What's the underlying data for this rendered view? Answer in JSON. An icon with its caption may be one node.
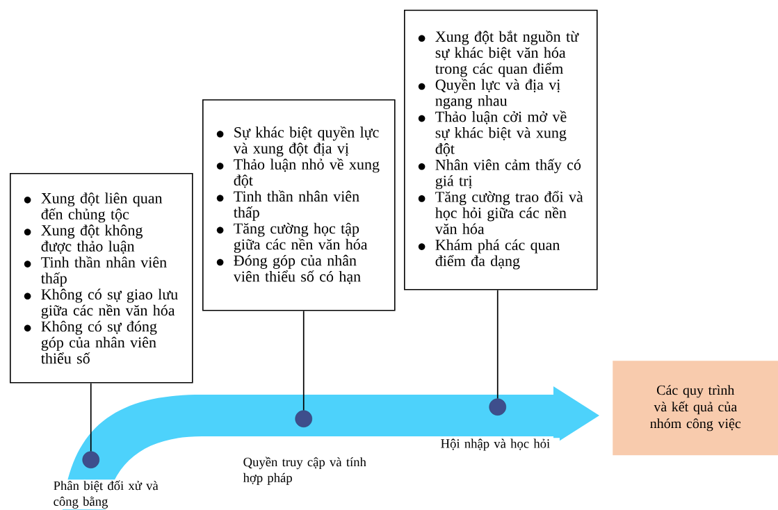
{
  "diagram": {
    "nodes": [
      {
        "text": [
          "Xung đột liên quan đến chủng tộc",
          "Xung đột không được thảo luận",
          "Tinh thần nhân viên thấp",
          "Không có sự giao lưu giữa các nền văn hóa",
          "Không có sự đóng góp của nhân viên thiểu số"
        ]
      },
      {
        "text": [
          "Sự khác biệt quyền lực và xung đột địa vị",
          "Thảo luận nhỏ về xung đột",
          "Tinh thần nhân viên thấp",
          "Tăng cường học tập giữa các nền văn hóa",
          "Đóng góp của nhân viên thiểu số có hạn"
        ]
      },
      {
        "text": [
          "Xung đột bắt nguồn từ sự khác biệt văn hóa trong các quan điểm",
          "Quyền lực và địa vị ngang nhau",
          "Thảo luận cởi mở về sự khác biệt và xung đột",
          "Nhân viên cảm thấy có giá trị",
          "Tăng cường trao đổi và học hỏi giữa các nền văn hóa",
          "Khám phá các quan điểm đa dạng"
        ]
      },
      {
        "text": [],
        "shape": "arrow"
      },
      {
        "text": [],
        "shape": "circle",
        "in": 3,
        "beside": [
          "Phân biệt đối xử và công bằng"
        ]
      },
      {
        "text": [],
        "shape": "circle",
        "in": 3,
        "beside": [
          "Quyền truy cập và tính hợp pháp"
        ]
      },
      {
        "text": [],
        "shape": "circle",
        "in": 3,
        "beside": [
          "Hội nhập và học hỏi"
        ]
      },
      {
        "text": [
          "Các quy trình và kết quả của nhóm công việc"
        ]
      }
    ],
    "edges": [
      {
        "from": 0,
        "to": 4,
        "arrow": "none"
      },
      {
        "from": 1,
        "to": 5,
        "arrow": "none"
      },
      {
        "from": 2,
        "to": 6,
        "arrow": "none"
      }
    ]
  }
}
